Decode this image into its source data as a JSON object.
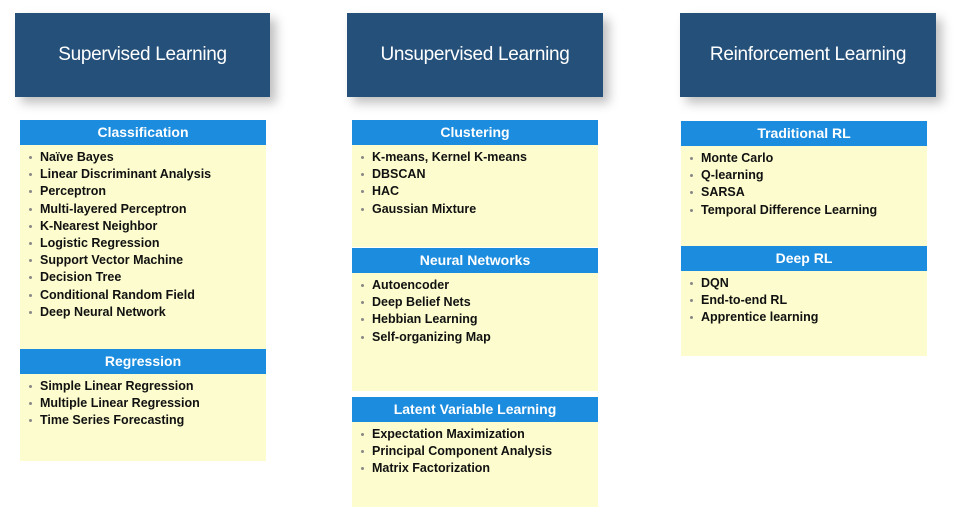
{
  "headers": {
    "supervised": "Supervised Learning",
    "unsupervised": "Unsupervised Learning",
    "reinforcement": "Reinforcement Learning"
  },
  "cards": {
    "classification": {
      "title": "Classification",
      "items": [
        "Naïve Bayes",
        "Linear Discriminant Analysis",
        "Perceptron",
        "Multi-layered Perceptron",
        "K-Nearest Neighbor",
        "Logistic Regression",
        "Support Vector Machine",
        "Decision Tree",
        "Conditional Random Field",
        "Deep Neural Network"
      ]
    },
    "regression": {
      "title": "Regression",
      "items": [
        "Simple Linear Regression",
        "Multiple Linear Regression",
        "Time Series Forecasting"
      ]
    },
    "clustering": {
      "title": "Clustering",
      "items": [
        "K-means, Kernel K-means",
        "DBSCAN",
        "HAC",
        "Gaussian Mixture"
      ]
    },
    "neural_networks": {
      "title": "Neural Networks",
      "items": [
        "Autoencoder",
        "Deep Belief Nets",
        "Hebbian Learning",
        "Self-organizing Map"
      ]
    },
    "latent_variable": {
      "title": "Latent Variable Learning",
      "items": [
        "Expectation Maximization",
        "Principal Component Analysis",
        "Matrix Factorization"
      ]
    },
    "traditional_rl": {
      "title": "Traditional RL",
      "items": [
        "Monte Carlo",
        "Q-learning",
        "SARSA",
        "Temporal Difference Learning"
      ]
    },
    "deep_rl": {
      "title": "Deep RL",
      "items": [
        "DQN",
        "End-to-end RL",
        "Apprentice learning"
      ]
    }
  },
  "colors": {
    "header_bg": "#24507a",
    "card_title_bg": "#1c8cde",
    "card_body_bg": "#fcfcce"
  }
}
